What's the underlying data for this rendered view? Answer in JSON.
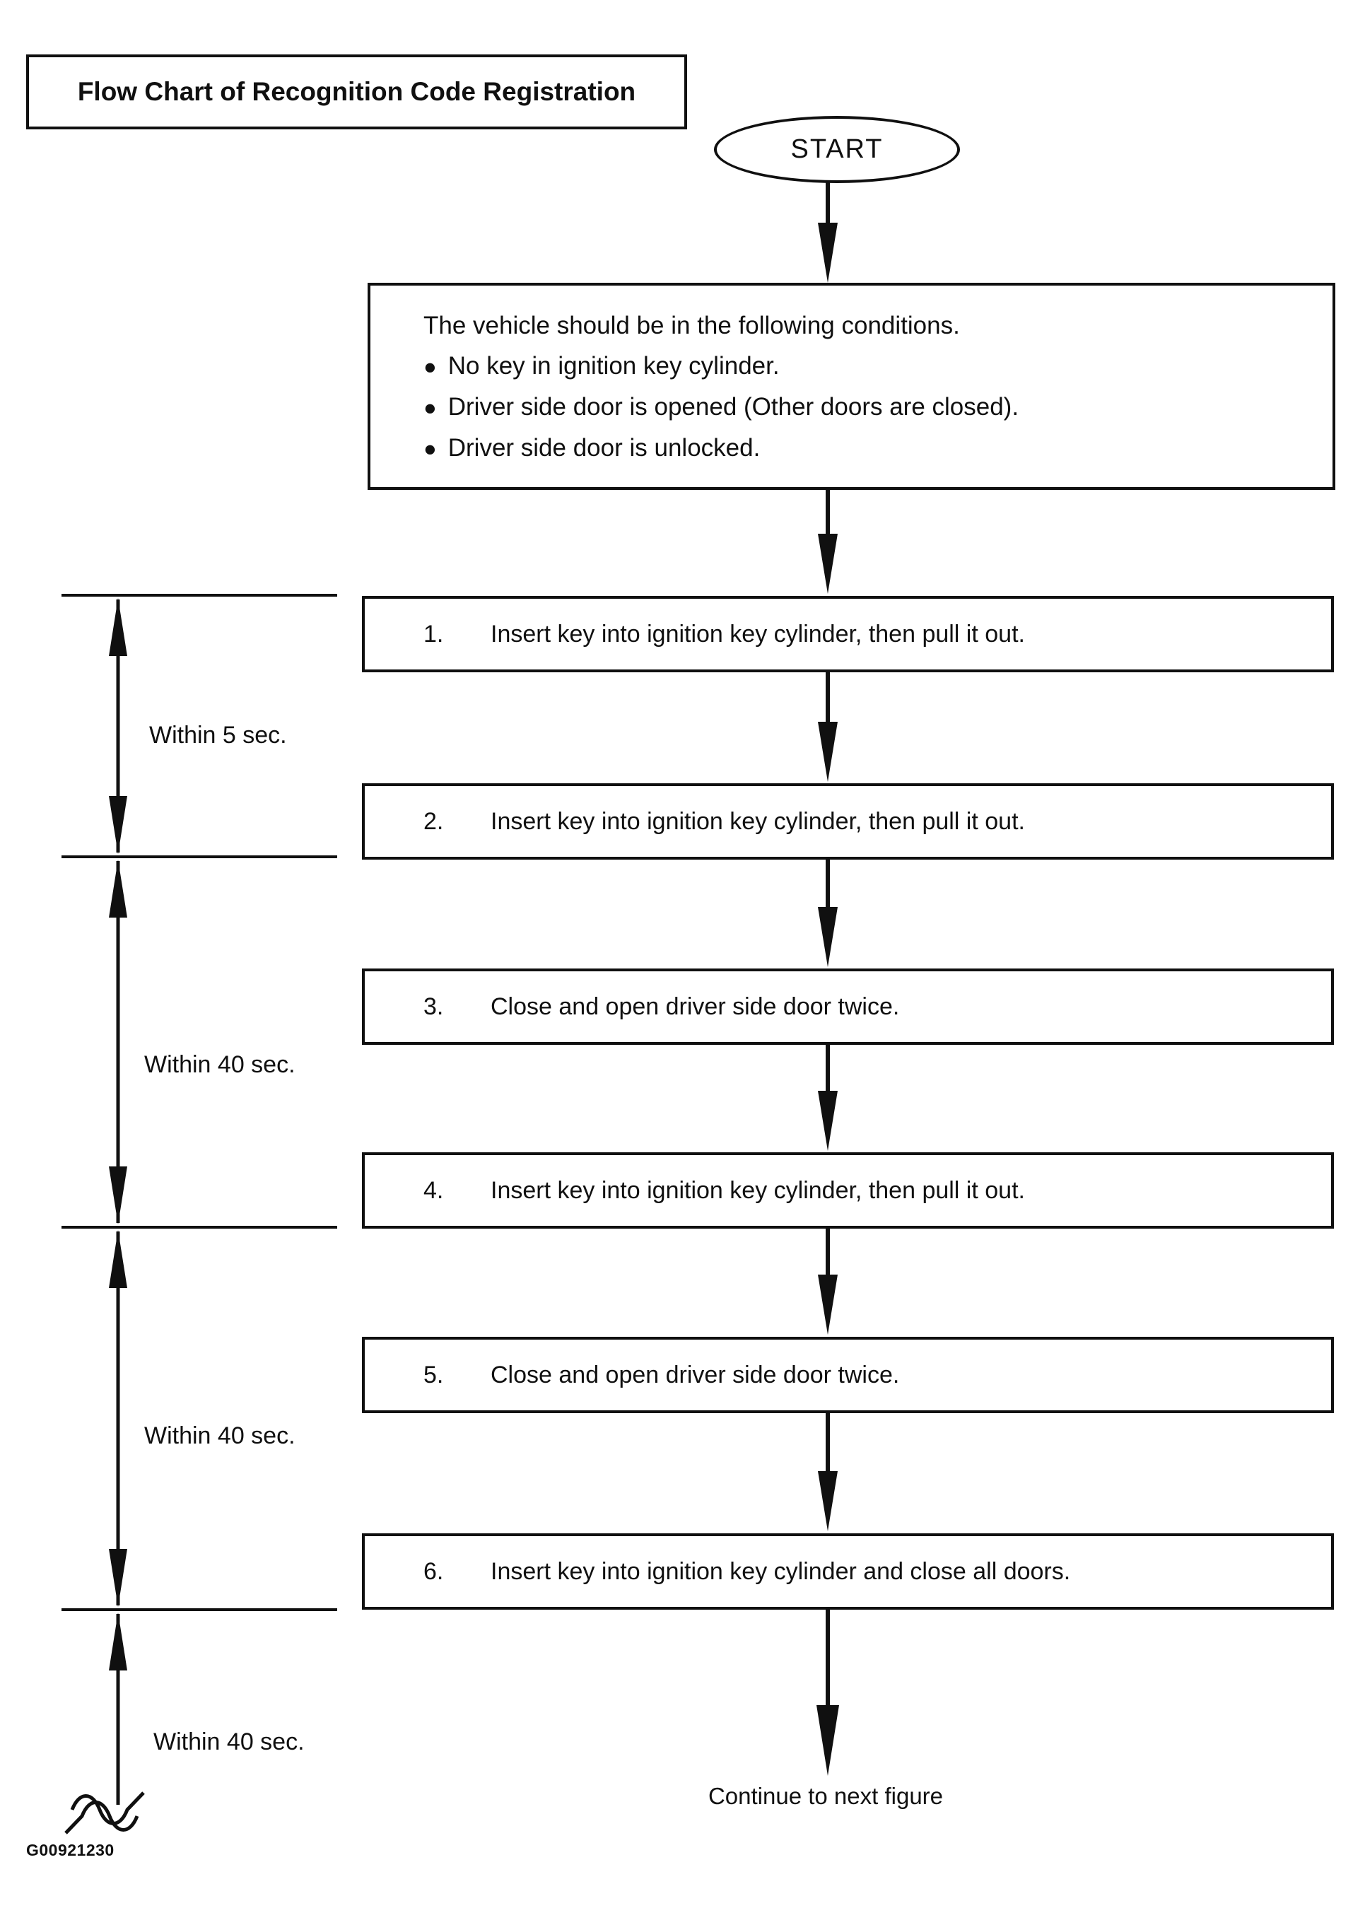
{
  "title": "Flow Chart of Recognition Code Registration",
  "start_label": "START",
  "conditions": {
    "intro": "The vehicle should be in the following conditions.",
    "bullet": "●",
    "items": [
      "No key in ignition key cylinder.",
      "Driver side door is opened (Other doors are closed).",
      "Driver side door is unlocked."
    ]
  },
  "steps": [
    {
      "num": "1.",
      "text": "Insert key into ignition key cylinder, then pull it out."
    },
    {
      "num": "2.",
      "text": "Insert key into ignition key cylinder, then pull it out."
    },
    {
      "num": "3.",
      "text": "Close and open driver side door twice."
    },
    {
      "num": "4.",
      "text": "Insert key into ignition key cylinder, then pull it out."
    },
    {
      "num": "5.",
      "text": "Close and open driver side door twice."
    },
    {
      "num": "6.",
      "text": "Insert key into ignition key cylinder and close all doors."
    }
  ],
  "timers": [
    {
      "label": "Within 5 sec."
    },
    {
      "label": "Within 40 sec."
    },
    {
      "label": "Within 40 sec."
    },
    {
      "label": "Within 40 sec."
    }
  ],
  "footer": {
    "continue_text": "Continue to next figure",
    "figure_code": "G00921230"
  },
  "colors": {
    "ink": "#101010",
    "paper": "#ffffff"
  }
}
